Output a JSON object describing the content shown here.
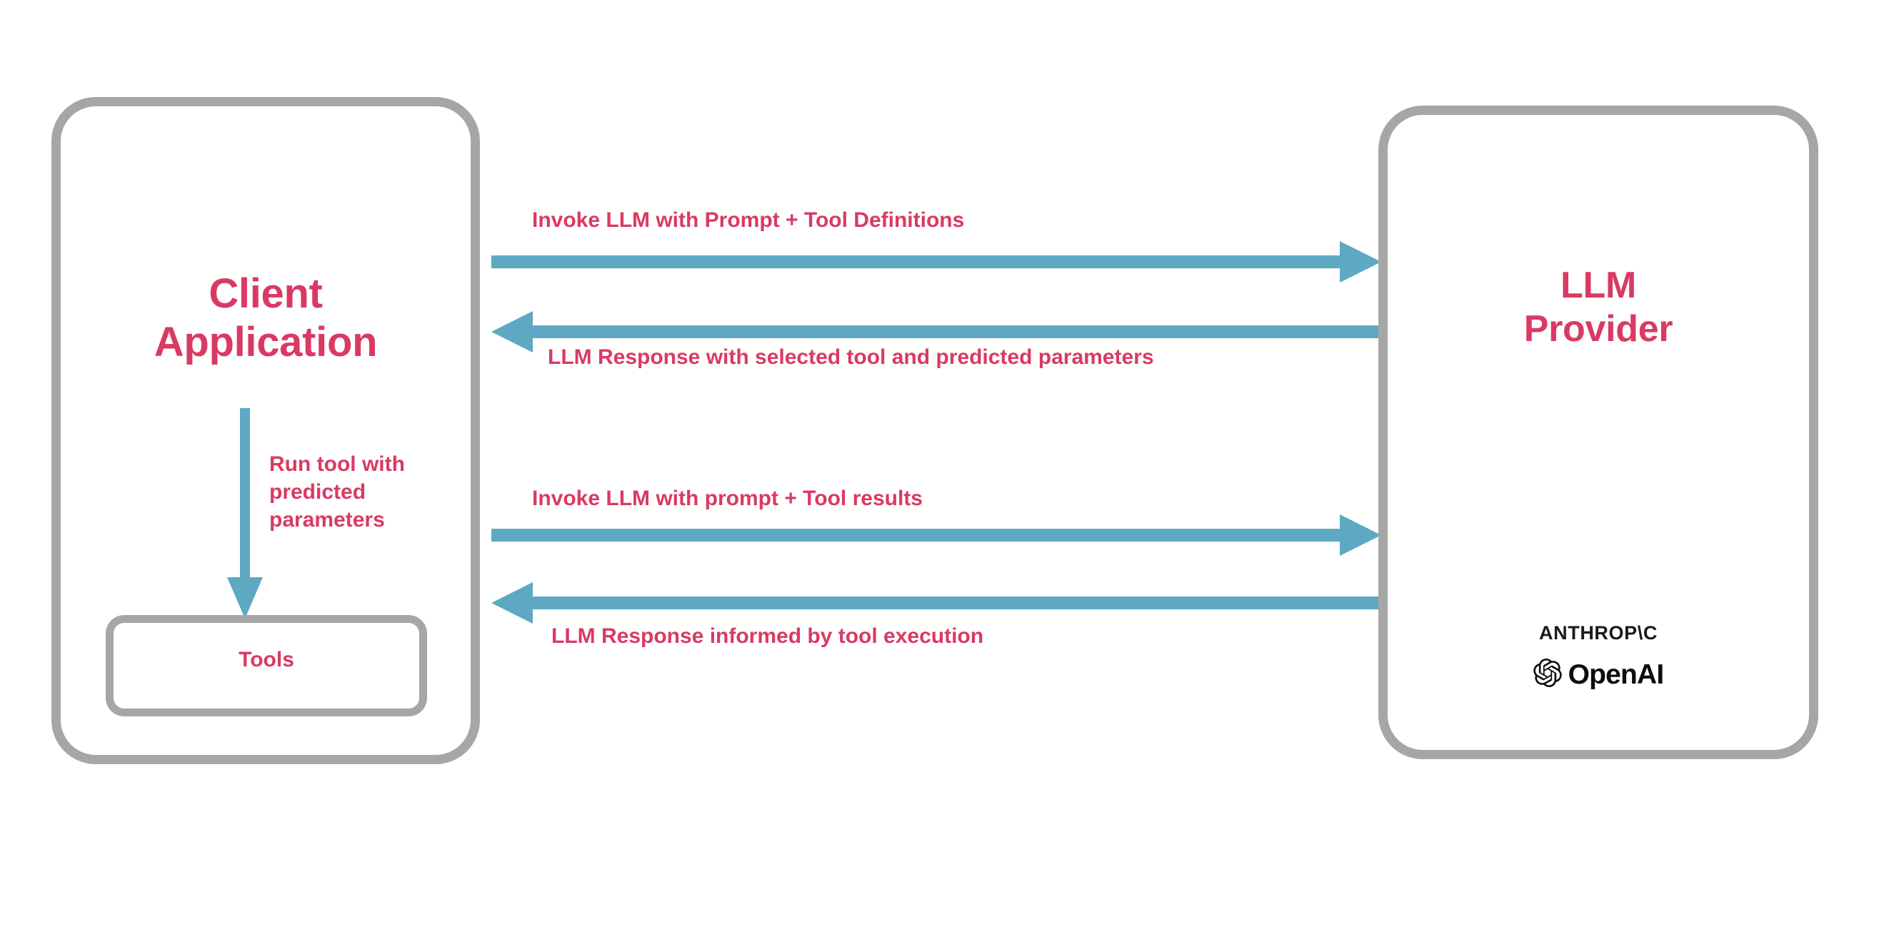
{
  "diagram": {
    "title": "LLM tool calling interaction flow",
    "colors": {
      "accent_text": "#d93a63",
      "arrow": "#5ea8c3",
      "box_border": "#a6a6a6",
      "background": "#ffffff",
      "logo_text": "#0d0d0d"
    },
    "nodes": {
      "client": {
        "label": "Client\nApplication",
        "tools": {
          "label": "Tools"
        }
      },
      "provider": {
        "label": "LLM\nProvider",
        "vendors": [
          {
            "name": "anthropic",
            "wordmark": "ANTHROP\\C"
          },
          {
            "name": "openai",
            "wordmark": "OpenAI",
            "icon": "openai-logo-icon"
          }
        ]
      }
    },
    "edges": [
      {
        "id": "invoke-1",
        "label": "Invoke LLM with Prompt + Tool Definitions",
        "direction": "right",
        "from": "client",
        "to": "provider"
      },
      {
        "id": "response-1",
        "label": "LLM Response with selected tool and predicted parameters",
        "direction": "left",
        "from": "provider",
        "to": "client"
      },
      {
        "id": "run-tool",
        "label": "Run tool with\npredicted\nparameters",
        "direction": "down",
        "from": "client",
        "to": "tools"
      },
      {
        "id": "invoke-2",
        "label": "Invoke LLM with prompt + Tool results",
        "direction": "right",
        "from": "client",
        "to": "provider"
      },
      {
        "id": "response-2",
        "label": "LLM Response informed by tool execution",
        "direction": "left",
        "from": "provider",
        "to": "client"
      }
    ]
  }
}
